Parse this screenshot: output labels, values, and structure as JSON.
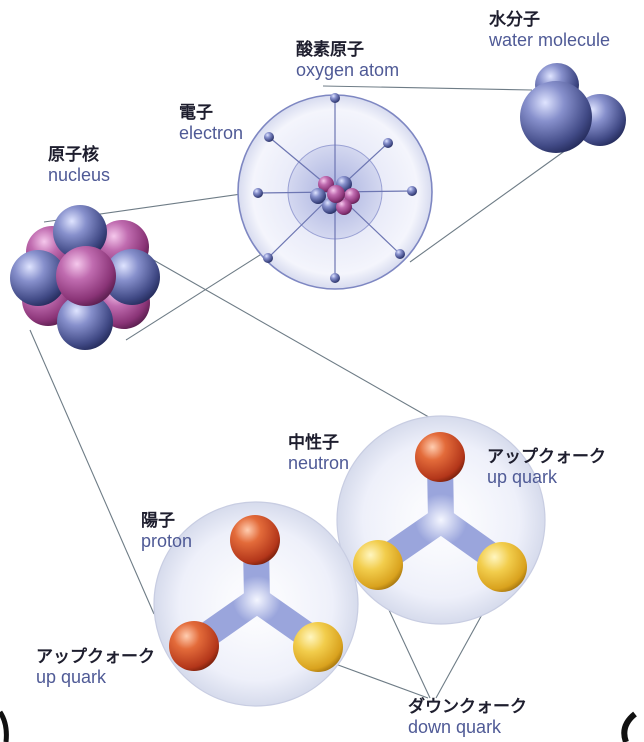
{
  "labels": {
    "water_molecule": {
      "ja": "水分子",
      "en": "water molecule"
    },
    "oxygen_atom": {
      "ja": "酸素原子",
      "en": "oxygen atom"
    },
    "electron": {
      "ja": "電子",
      "en": "electron"
    },
    "nucleus": {
      "ja": "原子核",
      "en": "nucleus"
    },
    "neutron": {
      "ja": "中性子",
      "en": "neutron"
    },
    "proton": {
      "ja": "陽子",
      "en": "proton"
    },
    "up_quark_neutron": {
      "ja": "アップクォーク",
      "en": "up quark"
    },
    "up_quark_proton": {
      "ja": "アップクォーク",
      "en": "up quark"
    },
    "down_quark": {
      "ja": "ダウンクォーク",
      "en": "down quark"
    }
  },
  "colors": {
    "neutron_sphere": "#4c5594",
    "proton_sphere": "#9a3f86",
    "up_quark": "#c9441c",
    "down_quark": "#eec43a",
    "gluon_arms": "#9aa5dc",
    "connector_lines": "#6e7c86"
  }
}
